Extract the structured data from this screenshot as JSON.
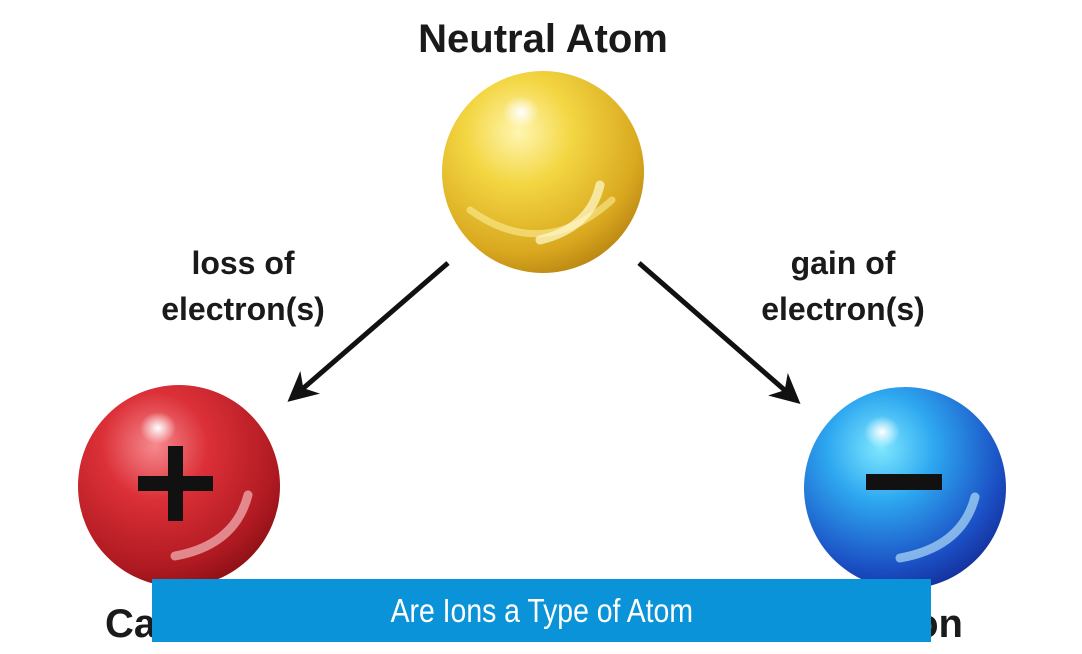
{
  "diagram": {
    "nodes": {
      "neutral": {
        "title": "Neutral Atom",
        "color": "#e9c93a"
      },
      "cation": {
        "title": "Cation",
        "sign": "+",
        "color": "#c8252b"
      },
      "anion": {
        "title": "Anion",
        "sign": "−",
        "color": "#1d63c9"
      }
    },
    "edges": {
      "loss": {
        "line1": "loss of",
        "line2": "electron(s)"
      },
      "gain": {
        "line1": "gain of",
        "line2": "electron(s)"
      }
    }
  },
  "banner": {
    "text": "Are Ions a Type of Atom",
    "color": "#0a93d8"
  }
}
